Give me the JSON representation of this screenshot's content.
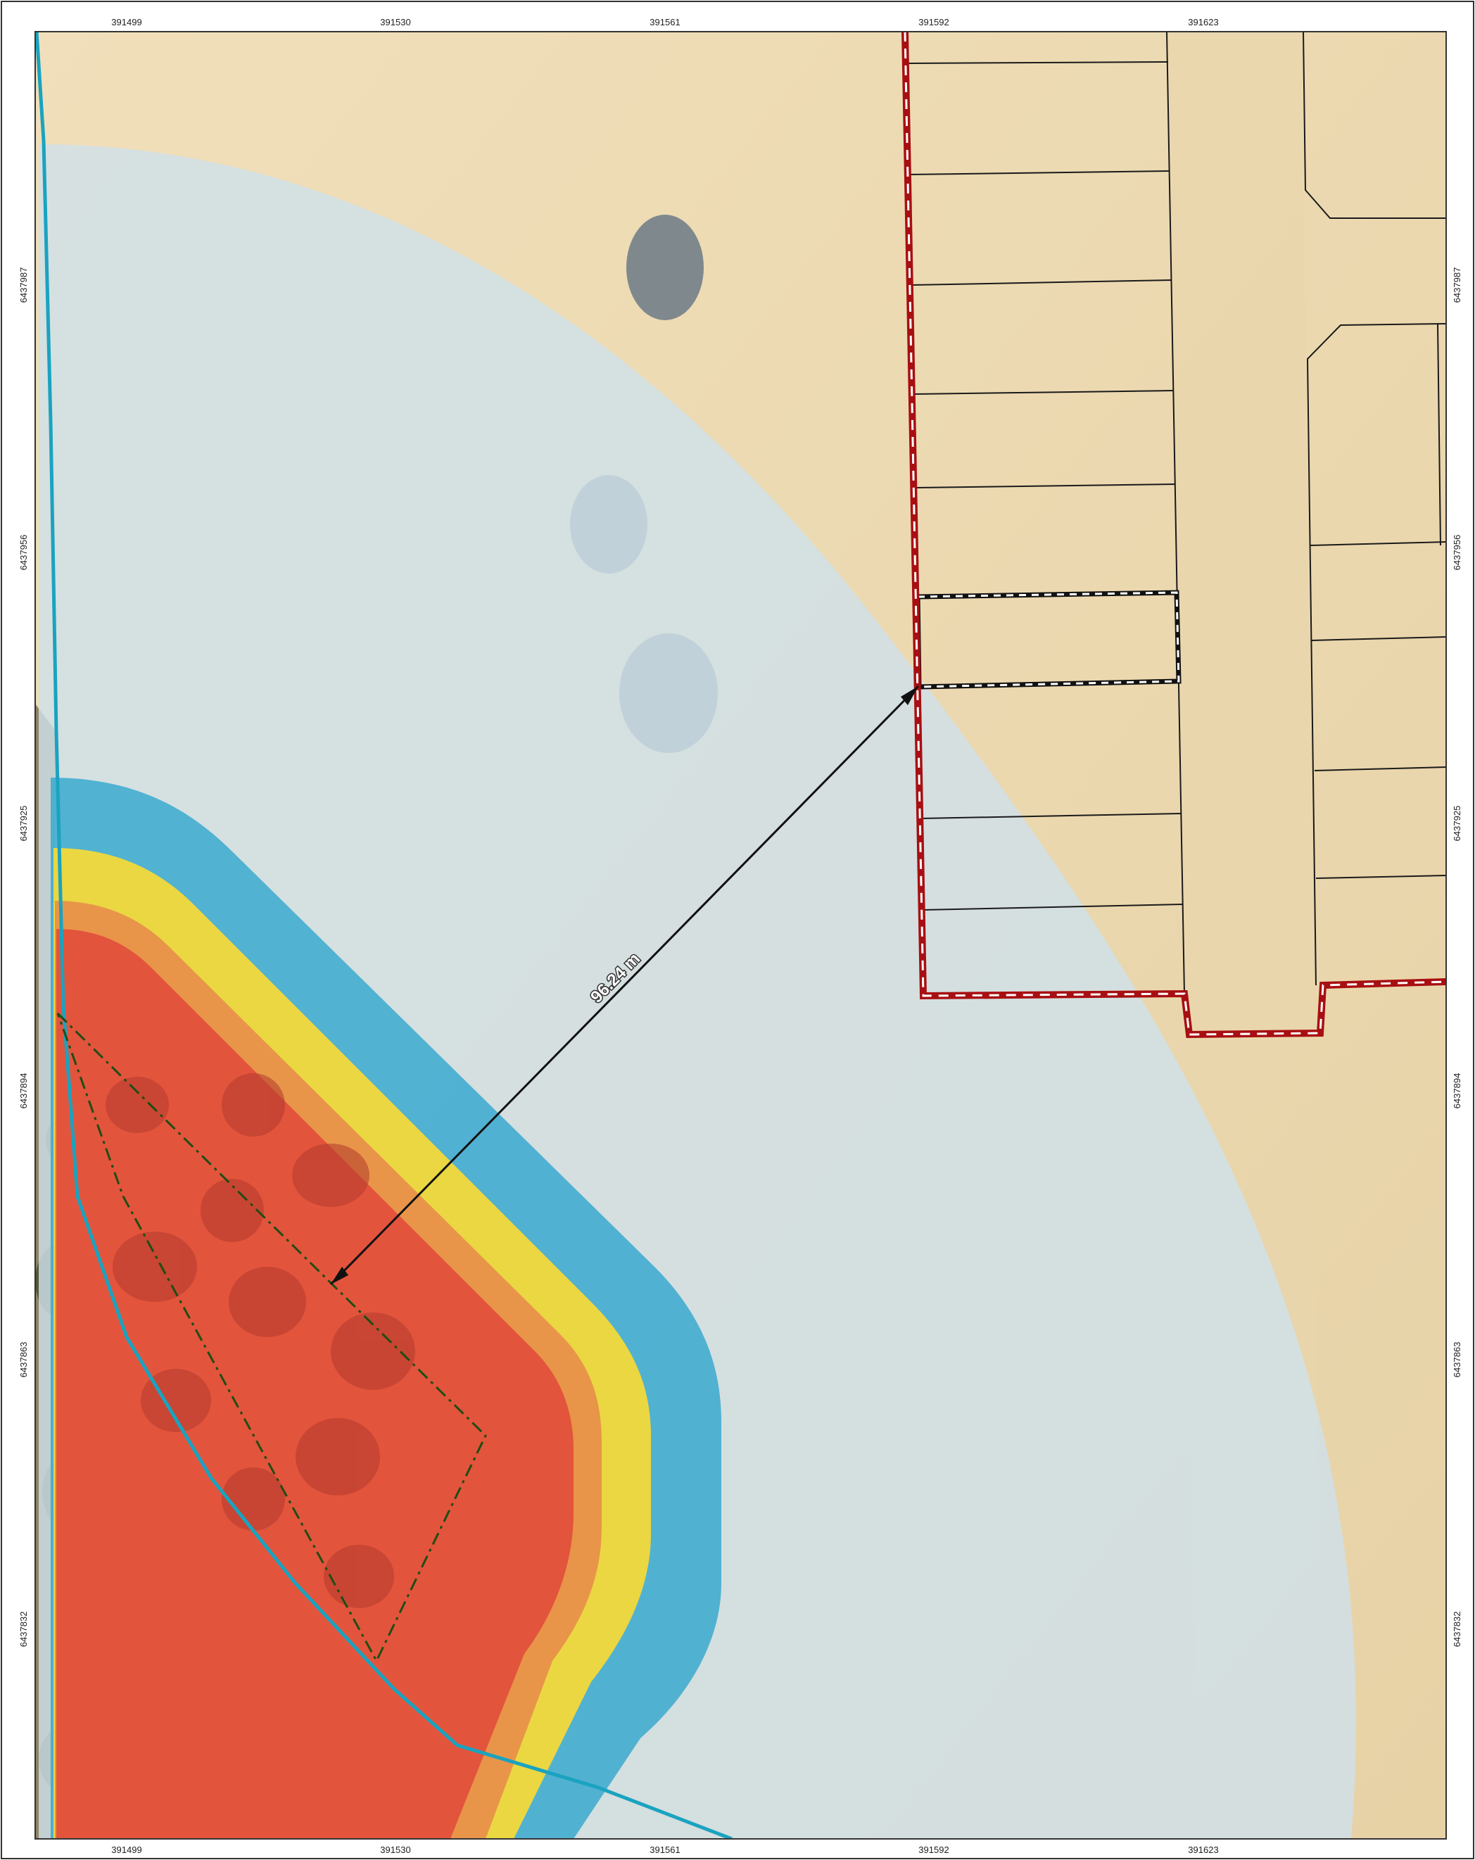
{
  "map": {
    "grid_x_labels": [
      "391499",
      "391530",
      "391561",
      "391592",
      "391623"
    ],
    "grid_y_labels": [
      "6437987",
      "6437956",
      "6437925",
      "6437894",
      "6437863",
      "6437832"
    ],
    "measurement_label": "96.24 m"
  },
  "colors": {
    "sand": "#ecd9b0",
    "halo": "#cfe0ea",
    "bal_blue": "#3aa9cf",
    "bal_yellow": "#f2d93a",
    "bal_orange": "#e8914a",
    "bal_red": "#e3503c",
    "boundary_teal": "#1aa3c0",
    "lot_boundary": "#a80f12",
    "lot_lines": "#1a1a1a",
    "vegetation_outline": "#1f4d12"
  }
}
